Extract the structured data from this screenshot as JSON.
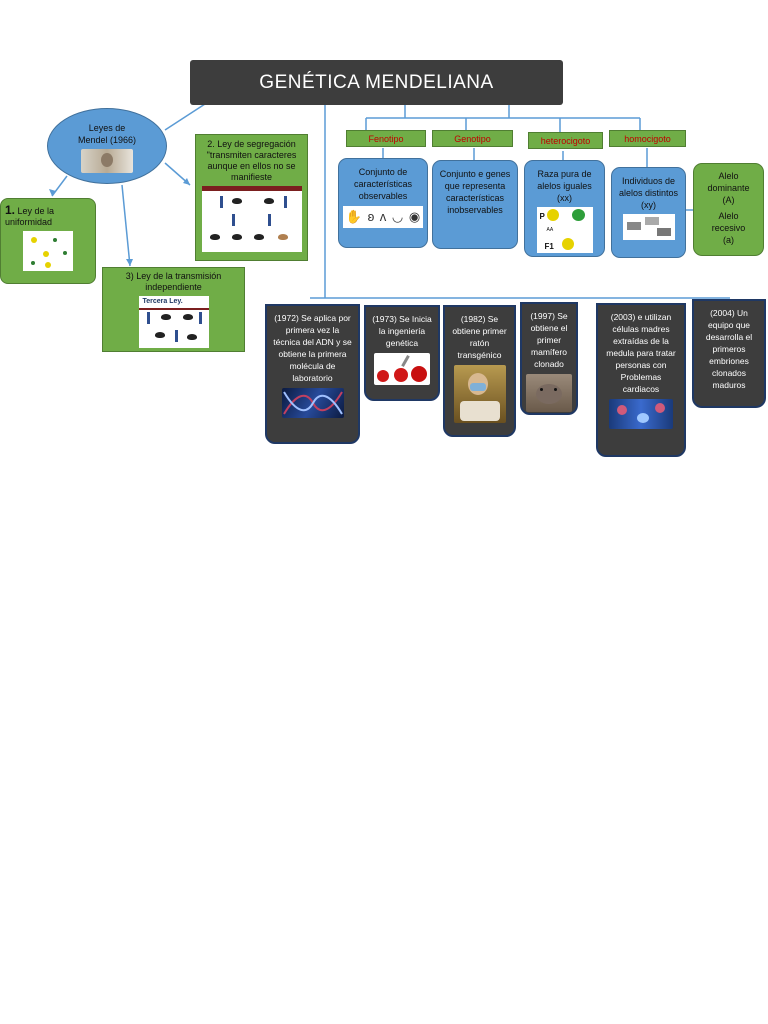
{
  "title": "GENÉTICA MENDELIANA",
  "mendel": {
    "label_line1": "Leyes de",
    "label_line2": "Mendel  (1966)"
  },
  "laws": {
    "law1": {
      "number": "1.",
      "text": "Ley de  la uniformidad"
    },
    "law2": {
      "text": "2. Ley de segregación \"transmiten caracteres aunque en ellos no se manifieste"
    },
    "law3": {
      "text": "3) Ley de la transmisión independiente",
      "thumb_title": "Tercera Ley."
    }
  },
  "concept_labels": {
    "fenotipo": "Fenotipo",
    "genotipo": "Genotipo",
    "heterocigoto": "heterocigoto",
    "homocigoto": "homocigoto"
  },
  "concept_boxes": {
    "fenotipo": "Conjunto de características observables",
    "genotipo": "Conjunto e genes que representa características inobservables",
    "heterocigoto": "Raza pura de alelos iguales (xx)",
    "homocigoto": "Individuos de alelos distintos (xy)"
  },
  "cross_labels": {
    "p": "P",
    "aa": "AA",
    "f1": "F1"
  },
  "alelo": {
    "dominant_line1": "Alelo",
    "dominant_line2": "dominante",
    "dominant_line3": "(A)",
    "recessive_line1": "Alelo",
    "recessive_line2": "recesivo",
    "recessive_line3": "(a)"
  },
  "timeline": [
    {
      "text": "(1972) Se aplica por primera vez la técnica del ADN y se obtiene la primera molécula de laboratorio"
    },
    {
      "text": "(1973) Se Inicia la ingeniería genética"
    },
    {
      "text": "(1982) Se obtiene primer ratón transgénico"
    },
    {
      "text": "(1997) Se obtiene el primer mamífero clonado"
    },
    {
      "text": "(2003) e utilizan células madres extraídas de la medula para tratar personas con Problemas cardiacos"
    },
    {
      "text": "(2004) Un equipo que desarrolla el primeros embriones clonados maduros"
    }
  ],
  "colors": {
    "title_bg": "#3d3d3d",
    "blue": "#5b9bd5",
    "green": "#70ad47",
    "label_text": "#c00000",
    "dark_box": "#3d3d3d",
    "connector": "#5b9bd5"
  },
  "icons": {
    "fenotipo": [
      "hand-icon",
      "ear-icon",
      "nose-icon",
      "lips-icon",
      "eye-icon"
    ]
  }
}
